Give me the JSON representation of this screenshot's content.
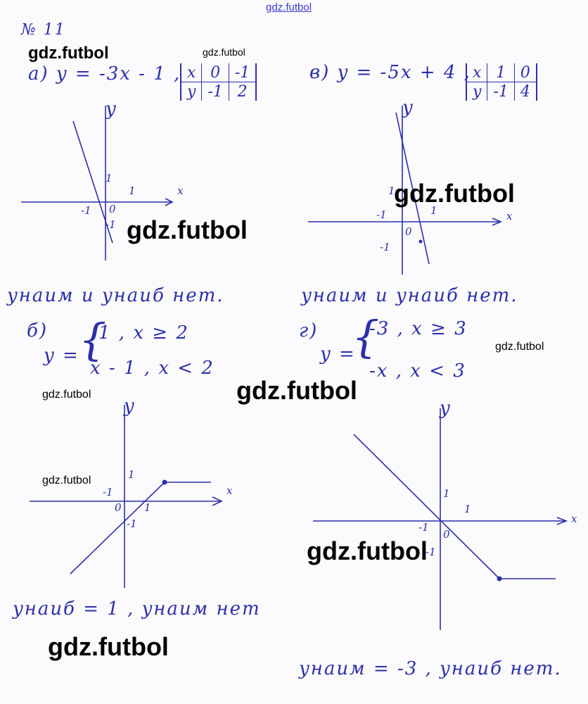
{
  "watermarks": [
    "gdz.futbol",
    "gdz.futbol",
    "gdz.futbol",
    "gdz.futbol",
    "gdz.futbol",
    "gdz.futbol",
    "gdz.futbol",
    "gdz.futbol",
    "gdz.futbol",
    "gdz.futbol"
  ],
  "problem_number": "№ 11",
  "part_a": {
    "formula": "а) y = -3x - 1 ,",
    "table": {
      "x_label": "x",
      "y_label": "y",
      "x": [
        "0",
        "-1"
      ],
      "y": [
        "-1",
        "2"
      ]
    },
    "axis": {
      "x": "x",
      "y": "y",
      "one_x": "1",
      "one_y": "1",
      "neg_one_x": "-1",
      "neg_one_y": "-1",
      "origin": "0"
    },
    "conclusion": "yнаим и yнаиб нет."
  },
  "part_v": {
    "formula": "в) y = -5x + 4 ,",
    "table": {
      "x_label": "x",
      "y_label": "y",
      "x": [
        "1",
        "0"
      ],
      "y": [
        "-1",
        "4"
      ]
    },
    "axis": {
      "x": "x",
      "y": "y",
      "one_x": "1",
      "one_y": "1",
      "neg_one_x": "-1",
      "neg_one_y": "-1",
      "origin": "0"
    },
    "conclusion": "yнаим и yнаиб нет."
  },
  "part_b": {
    "label": "б)",
    "lhs": "y =",
    "case1": "1 ,  x ≥ 2",
    "case2": "x - 1 ,  x < 2",
    "axis": {
      "x": "x",
      "y": "y",
      "one_x": "1",
      "one_y": "1",
      "neg_one_x": "-1",
      "neg_one_y": "-1",
      "origin": "0"
    },
    "conclusion": "yнаиб = 1 , yнаим нет"
  },
  "part_g": {
    "label": "г)",
    "lhs": "y =",
    "case1": "-3 ,  x ≥ 3",
    "case2": "-x ,  x < 3",
    "axis": {
      "x": "x",
      "y": "y",
      "one_x": "1",
      "one_y": "1",
      "neg_one_x": "-1",
      "neg_one_y": "-1",
      "origin": "0"
    },
    "conclusion": "yнаим = -3 , yнаиб нет."
  },
  "colors": {
    "ink": "#2b2fa8",
    "watermark": "#000000"
  }
}
